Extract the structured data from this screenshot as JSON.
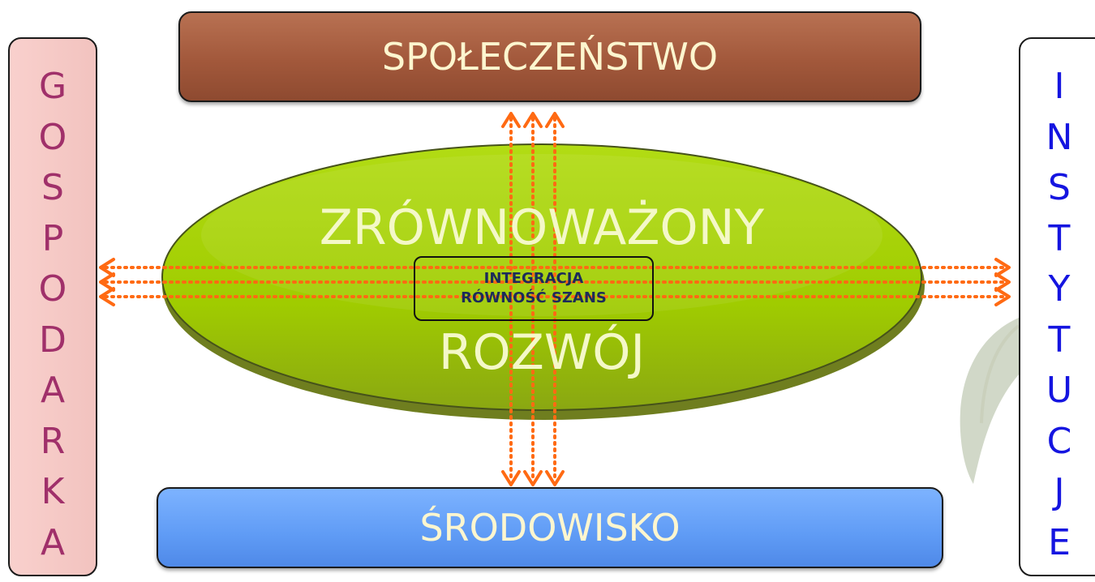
{
  "boxes": {
    "top": {
      "label": "SPOŁECZEŃSTWO",
      "color": "#a2583b"
    },
    "bottom": {
      "label": "ŚRODOWISKO",
      "color": "#5f9bf5"
    },
    "left": {
      "letters": [
        "G",
        "O",
        "S",
        "P",
        "O",
        "D",
        "A",
        "R",
        "K",
        "A"
      ],
      "color": "#f9d0cd",
      "text_color": "#a0306a"
    },
    "right": {
      "letters": [
        "I",
        "N",
        "S",
        "T",
        "Y",
        "T",
        "U",
        "C",
        "J",
        "E"
      ],
      "color": "#ffffff",
      "text_color": "#1515e0"
    }
  },
  "center": {
    "title_line1": "ZRÓWNOWAŻONY",
    "title_line2": "ROZWÓJ",
    "ellipse_color": "#a6d200",
    "inner_box": {
      "line1": "INTEGRACJA",
      "line2": "RÓWNOŚĆ SZANS"
    }
  },
  "arrows": {
    "color": "#ff6a13",
    "style": "dotted",
    "directions": [
      "up",
      "down",
      "left",
      "right"
    ]
  }
}
